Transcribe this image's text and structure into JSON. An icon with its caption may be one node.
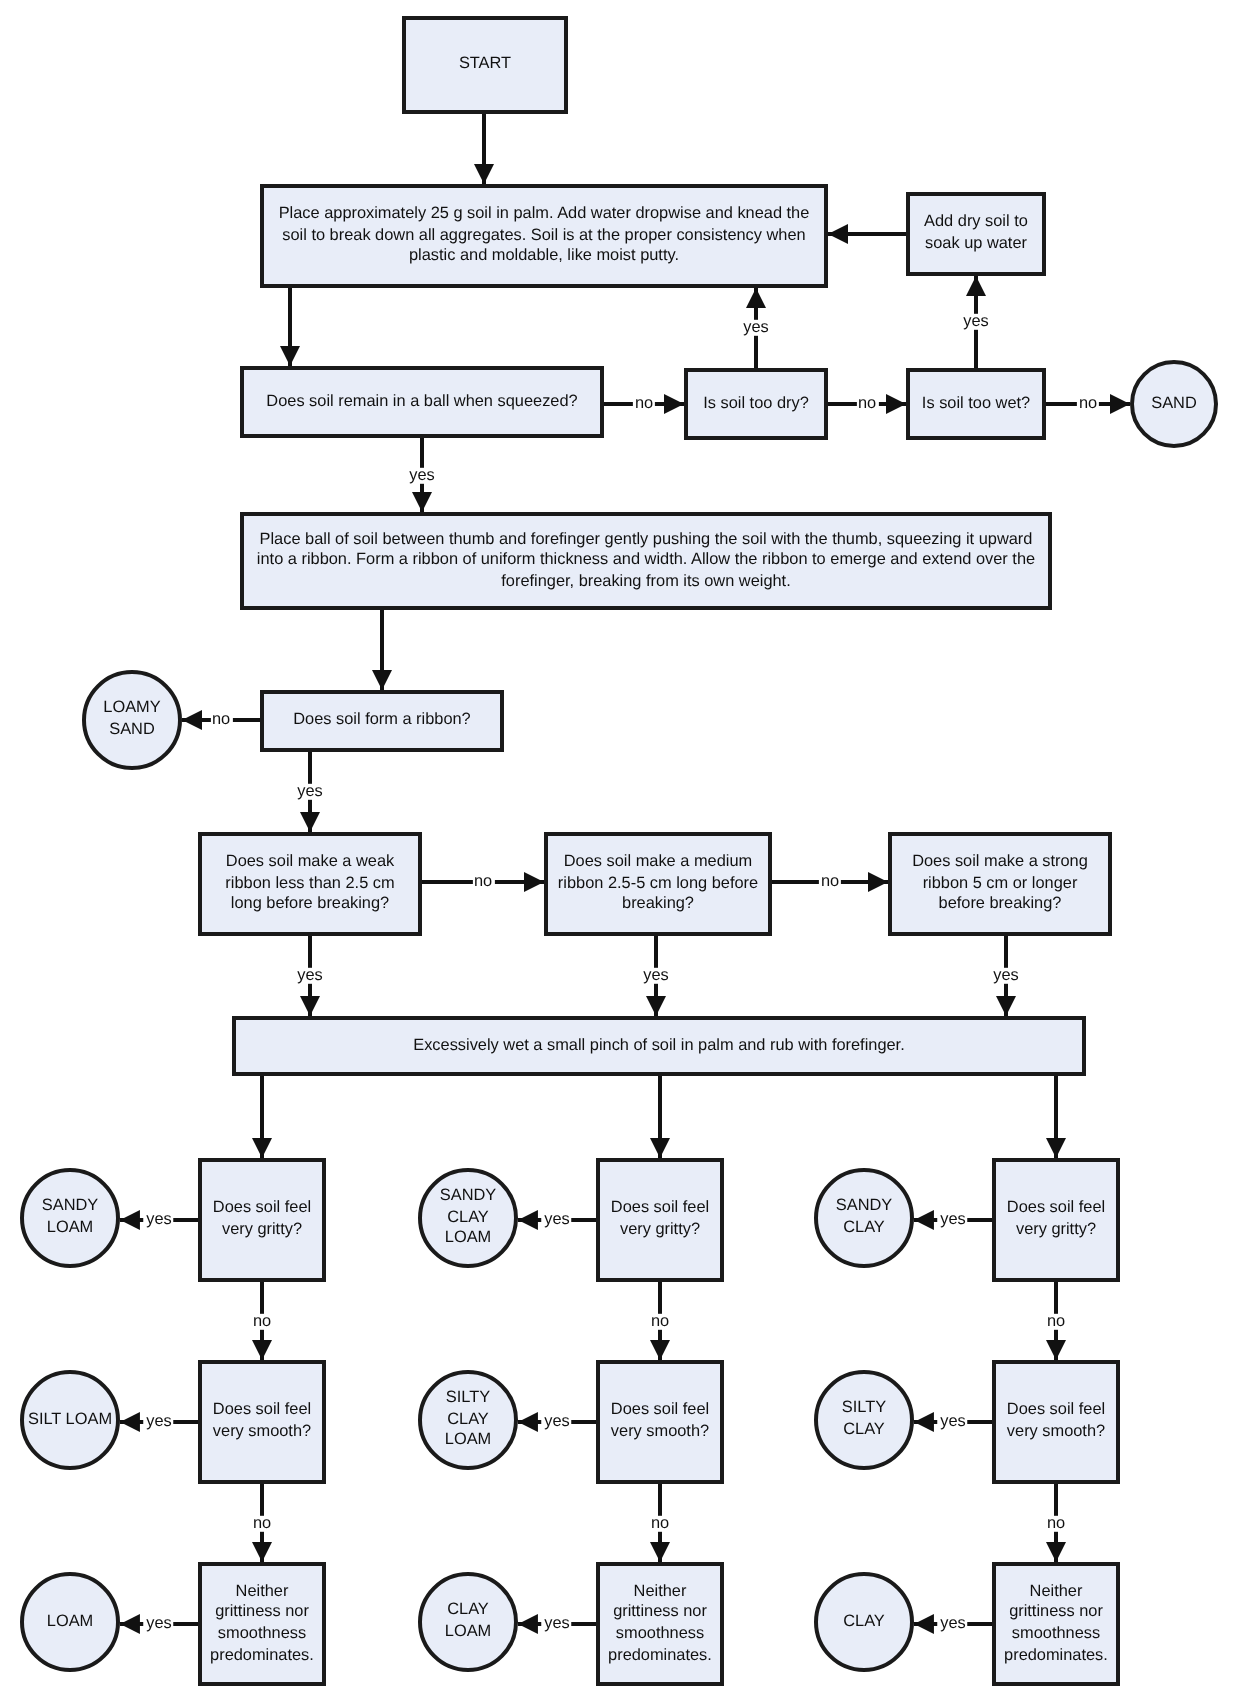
{
  "diagram": {
    "nodes": [
      {
        "text": [
          "START"
        ]
      },
      {
        "text": [
          "Place approximately 25 g soil in palm. Add water dropwise and knead the soil to break down all aggregates. Soil is at the proper consistency when plastic and moldable, like moist putty."
        ]
      },
      {
        "text": [
          "Add dry soil to soak up water"
        ]
      },
      {
        "text": [
          "Does soil remain in a ball when squeezed?"
        ]
      },
      {
        "text": [
          "Is soil too dry?"
        ]
      },
      {
        "text": [
          "Is soil too wet?"
        ]
      },
      {
        "text": [
          "SAND"
        ]
      },
      {
        "text": [
          "Place ball of soil between thumb and forefinger gently pushing the soil with the thumb, squeezing it upward into a ribbon. Form a ribbon of uniform thickness and width. Allow the ribbon to emerge and extend over the forefinger, breaking from its own weight."
        ]
      },
      {
        "text": [
          "Does soil form a ribbon?"
        ]
      },
      {
        "text": [
          "LOAMY SAND"
        ]
      },
      {
        "text": [
          "Does soil make a weak ribbon less than 2.5 cm long before breaking?"
        ]
      },
      {
        "text": [
          "Does soil make a medium ribbon 2.5-5 cm long before breaking?"
        ]
      },
      {
        "text": [
          "Does soil make a strong ribbon 5 cm or longer before breaking?"
        ]
      },
      {
        "text": [
          "Excessively wet a small pinch of soil in palm and rub with forefinger."
        ]
      },
      {
        "text": [
          "SANDY LOAM"
        ]
      },
      {
        "text": [
          "Does soil feel very gritty?"
        ]
      },
      {
        "text": [
          "SANDY CLAY LOAM"
        ]
      },
      {
        "text": [
          "Does soil feel very gritty?"
        ]
      },
      {
        "text": [
          "SANDY CLAY"
        ]
      },
      {
        "text": [
          "Does soil feel very gritty?"
        ]
      },
      {
        "text": [
          "SILT LOAM"
        ]
      },
      {
        "text": [
          "Does soil feel very smooth?"
        ]
      },
      {
        "text": [
          "SILTY CLAY LOAM"
        ]
      },
      {
        "text": [
          "Does soil feel very smooth?"
        ]
      },
      {
        "text": [
          "SILTY CLAY"
        ]
      },
      {
        "text": [
          "Does soil feel very smooth?"
        ]
      },
      {
        "text": [
          "LOAM"
        ]
      },
      {
        "text": [
          "Neither grittiness nor smoothness predominates."
        ]
      },
      {
        "text": [
          "CLAY LOAM"
        ]
      },
      {
        "text": [
          "Neither grittiness nor smoothness predominates."
        ]
      },
      {
        "text": [
          "CLAY"
        ]
      },
      {
        "text": [
          "Neither grittiness nor smoothness predominates."
        ]
      }
    ],
    "edges": [
      {
        "from": 0,
        "to": 1,
        "arrow": "to"
      },
      {
        "from": 1,
        "to": 3,
        "arrow": "to"
      },
      {
        "from": 3,
        "to": 4,
        "arrow": "to",
        "label": "no"
      },
      {
        "from": 4,
        "to": 1,
        "arrow": "to",
        "label": "yes"
      },
      {
        "from": 4,
        "to": 5,
        "arrow": "to",
        "label": "no"
      },
      {
        "from": 5,
        "to": 2,
        "arrow": "to",
        "label": "yes"
      },
      {
        "from": 2,
        "to": 1,
        "arrow": "to"
      },
      {
        "from": 5,
        "to": 6,
        "arrow": "to",
        "label": "no"
      },
      {
        "from": 3,
        "to": 7,
        "arrow": "to",
        "label": "yes"
      },
      {
        "from": 7,
        "to": 8,
        "arrow": "to"
      },
      {
        "from": 8,
        "to": 9,
        "arrow": "to",
        "label": "no"
      },
      {
        "from": 8,
        "to": 10,
        "arrow": "to",
        "label": "yes"
      },
      {
        "from": 10,
        "to": 11,
        "arrow": "to",
        "label": "no"
      },
      {
        "from": 11,
        "to": 12,
        "arrow": "to",
        "label": "no"
      },
      {
        "from": 10,
        "to": 13,
        "arrow": "to",
        "label": "yes"
      },
      {
        "from": 11,
        "to": 13,
        "arrow": "to",
        "label": "yes"
      },
      {
        "from": 12,
        "to": 13,
        "arrow": "to",
        "label": "yes"
      },
      {
        "from": 13,
        "to": 15,
        "arrow": "to"
      },
      {
        "from": 13,
        "to": 17,
        "arrow": "to"
      },
      {
        "from": 13,
        "to": 19,
        "arrow": "to"
      },
      {
        "from": 15,
        "to": 14,
        "arrow": "to",
        "label": "yes"
      },
      {
        "from": 17,
        "to": 16,
        "arrow": "to",
        "label": "yes"
      },
      {
        "from": 19,
        "to": 18,
        "arrow": "to",
        "label": "yes"
      },
      {
        "from": 15,
        "to": 21,
        "arrow": "to",
        "label": "no"
      },
      {
        "from": 17,
        "to": 23,
        "arrow": "to",
        "label": "no"
      },
      {
        "from": 19,
        "to": 25,
        "arrow": "to",
        "label": "no"
      },
      {
        "from": 21,
        "to": 20,
        "arrow": "to",
        "label": "yes"
      },
      {
        "from": 23,
        "to": 22,
        "arrow": "to",
        "label": "yes"
      },
      {
        "from": 25,
        "to": 24,
        "arrow": "to",
        "label": "yes"
      },
      {
        "from": 21,
        "to": 27,
        "arrow": "to",
        "label": "no"
      },
      {
        "from": 23,
        "to": 29,
        "arrow": "to",
        "label": "no"
      },
      {
        "from": 25,
        "to": 31,
        "arrow": "to",
        "label": "no"
      },
      {
        "from": 27,
        "to": 26,
        "arrow": "to",
        "label": "yes"
      },
      {
        "from": 29,
        "to": 28,
        "arrow": "to",
        "label": "yes"
      },
      {
        "from": 31,
        "to": 30,
        "arrow": "to",
        "label": "yes"
      }
    ]
  }
}
